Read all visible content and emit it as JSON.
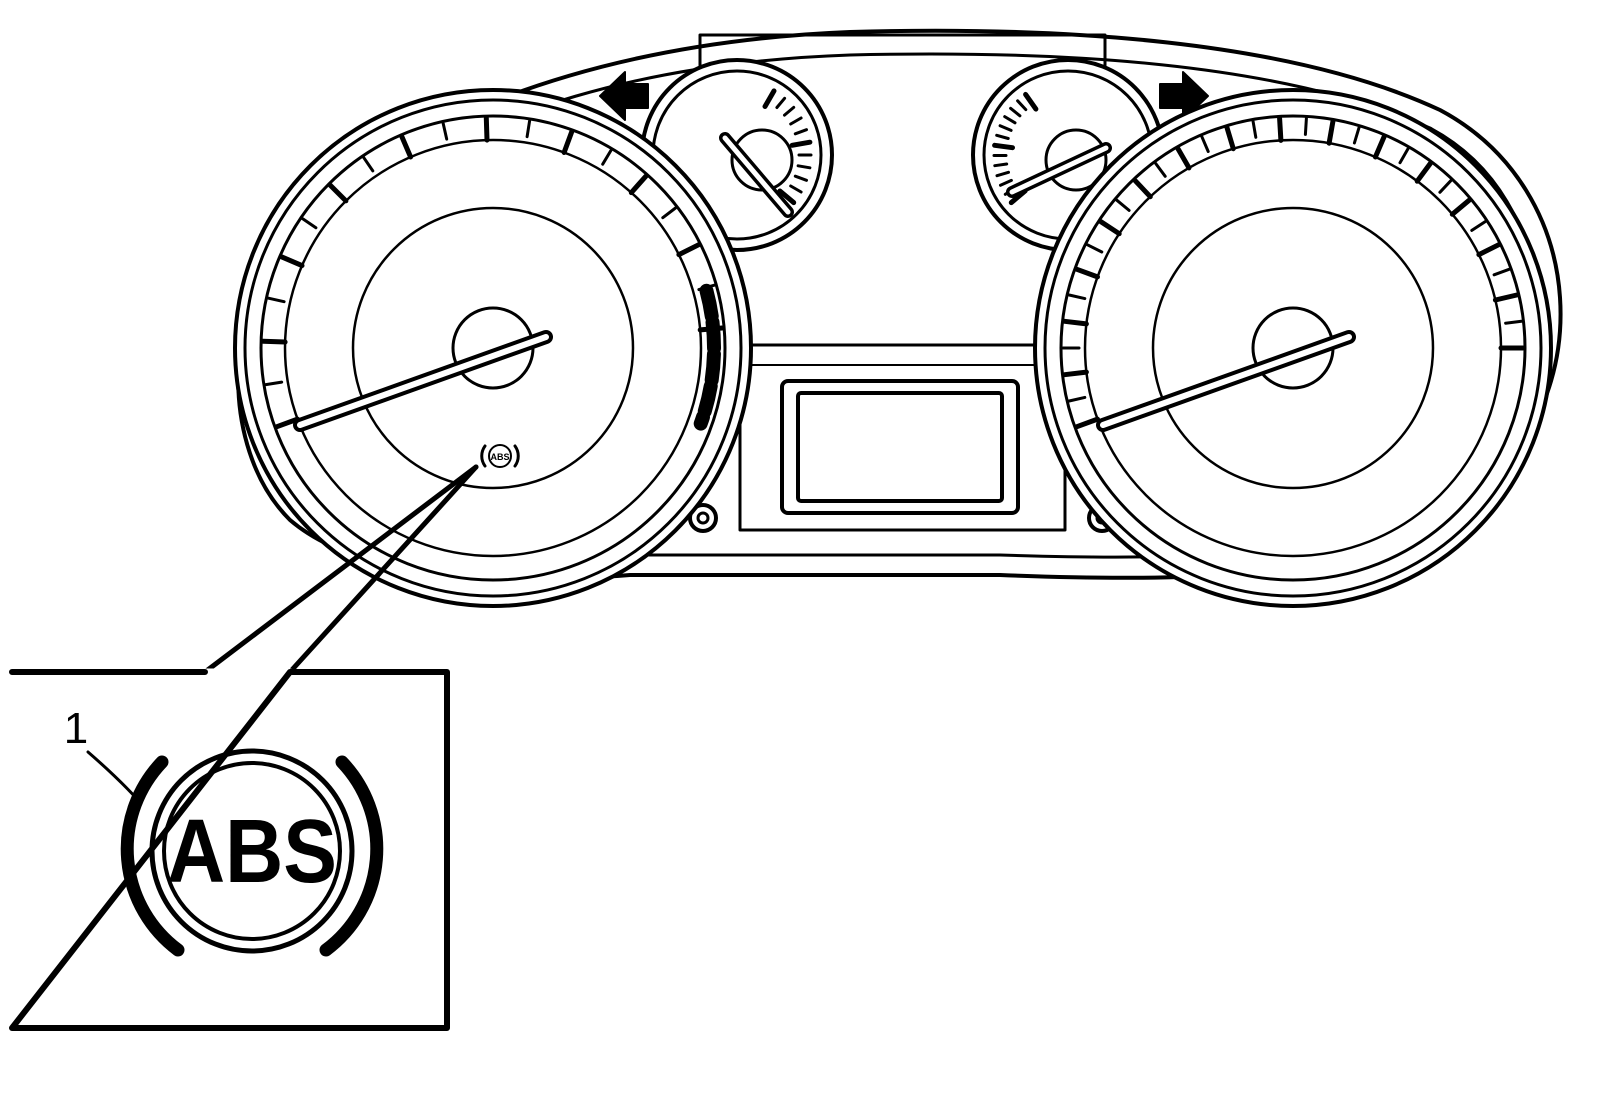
{
  "diagram": {
    "kind": "instrument-cluster-illustration",
    "line_color": "#000000",
    "background_color": "#ffffff",
    "small_warning_label": "ABS",
    "callout": {
      "number": "1",
      "label": "ABS"
    },
    "icons": [
      "turn-left-arrow-icon",
      "turn-right-arrow-icon",
      "abs-warning-icon"
    ]
  }
}
